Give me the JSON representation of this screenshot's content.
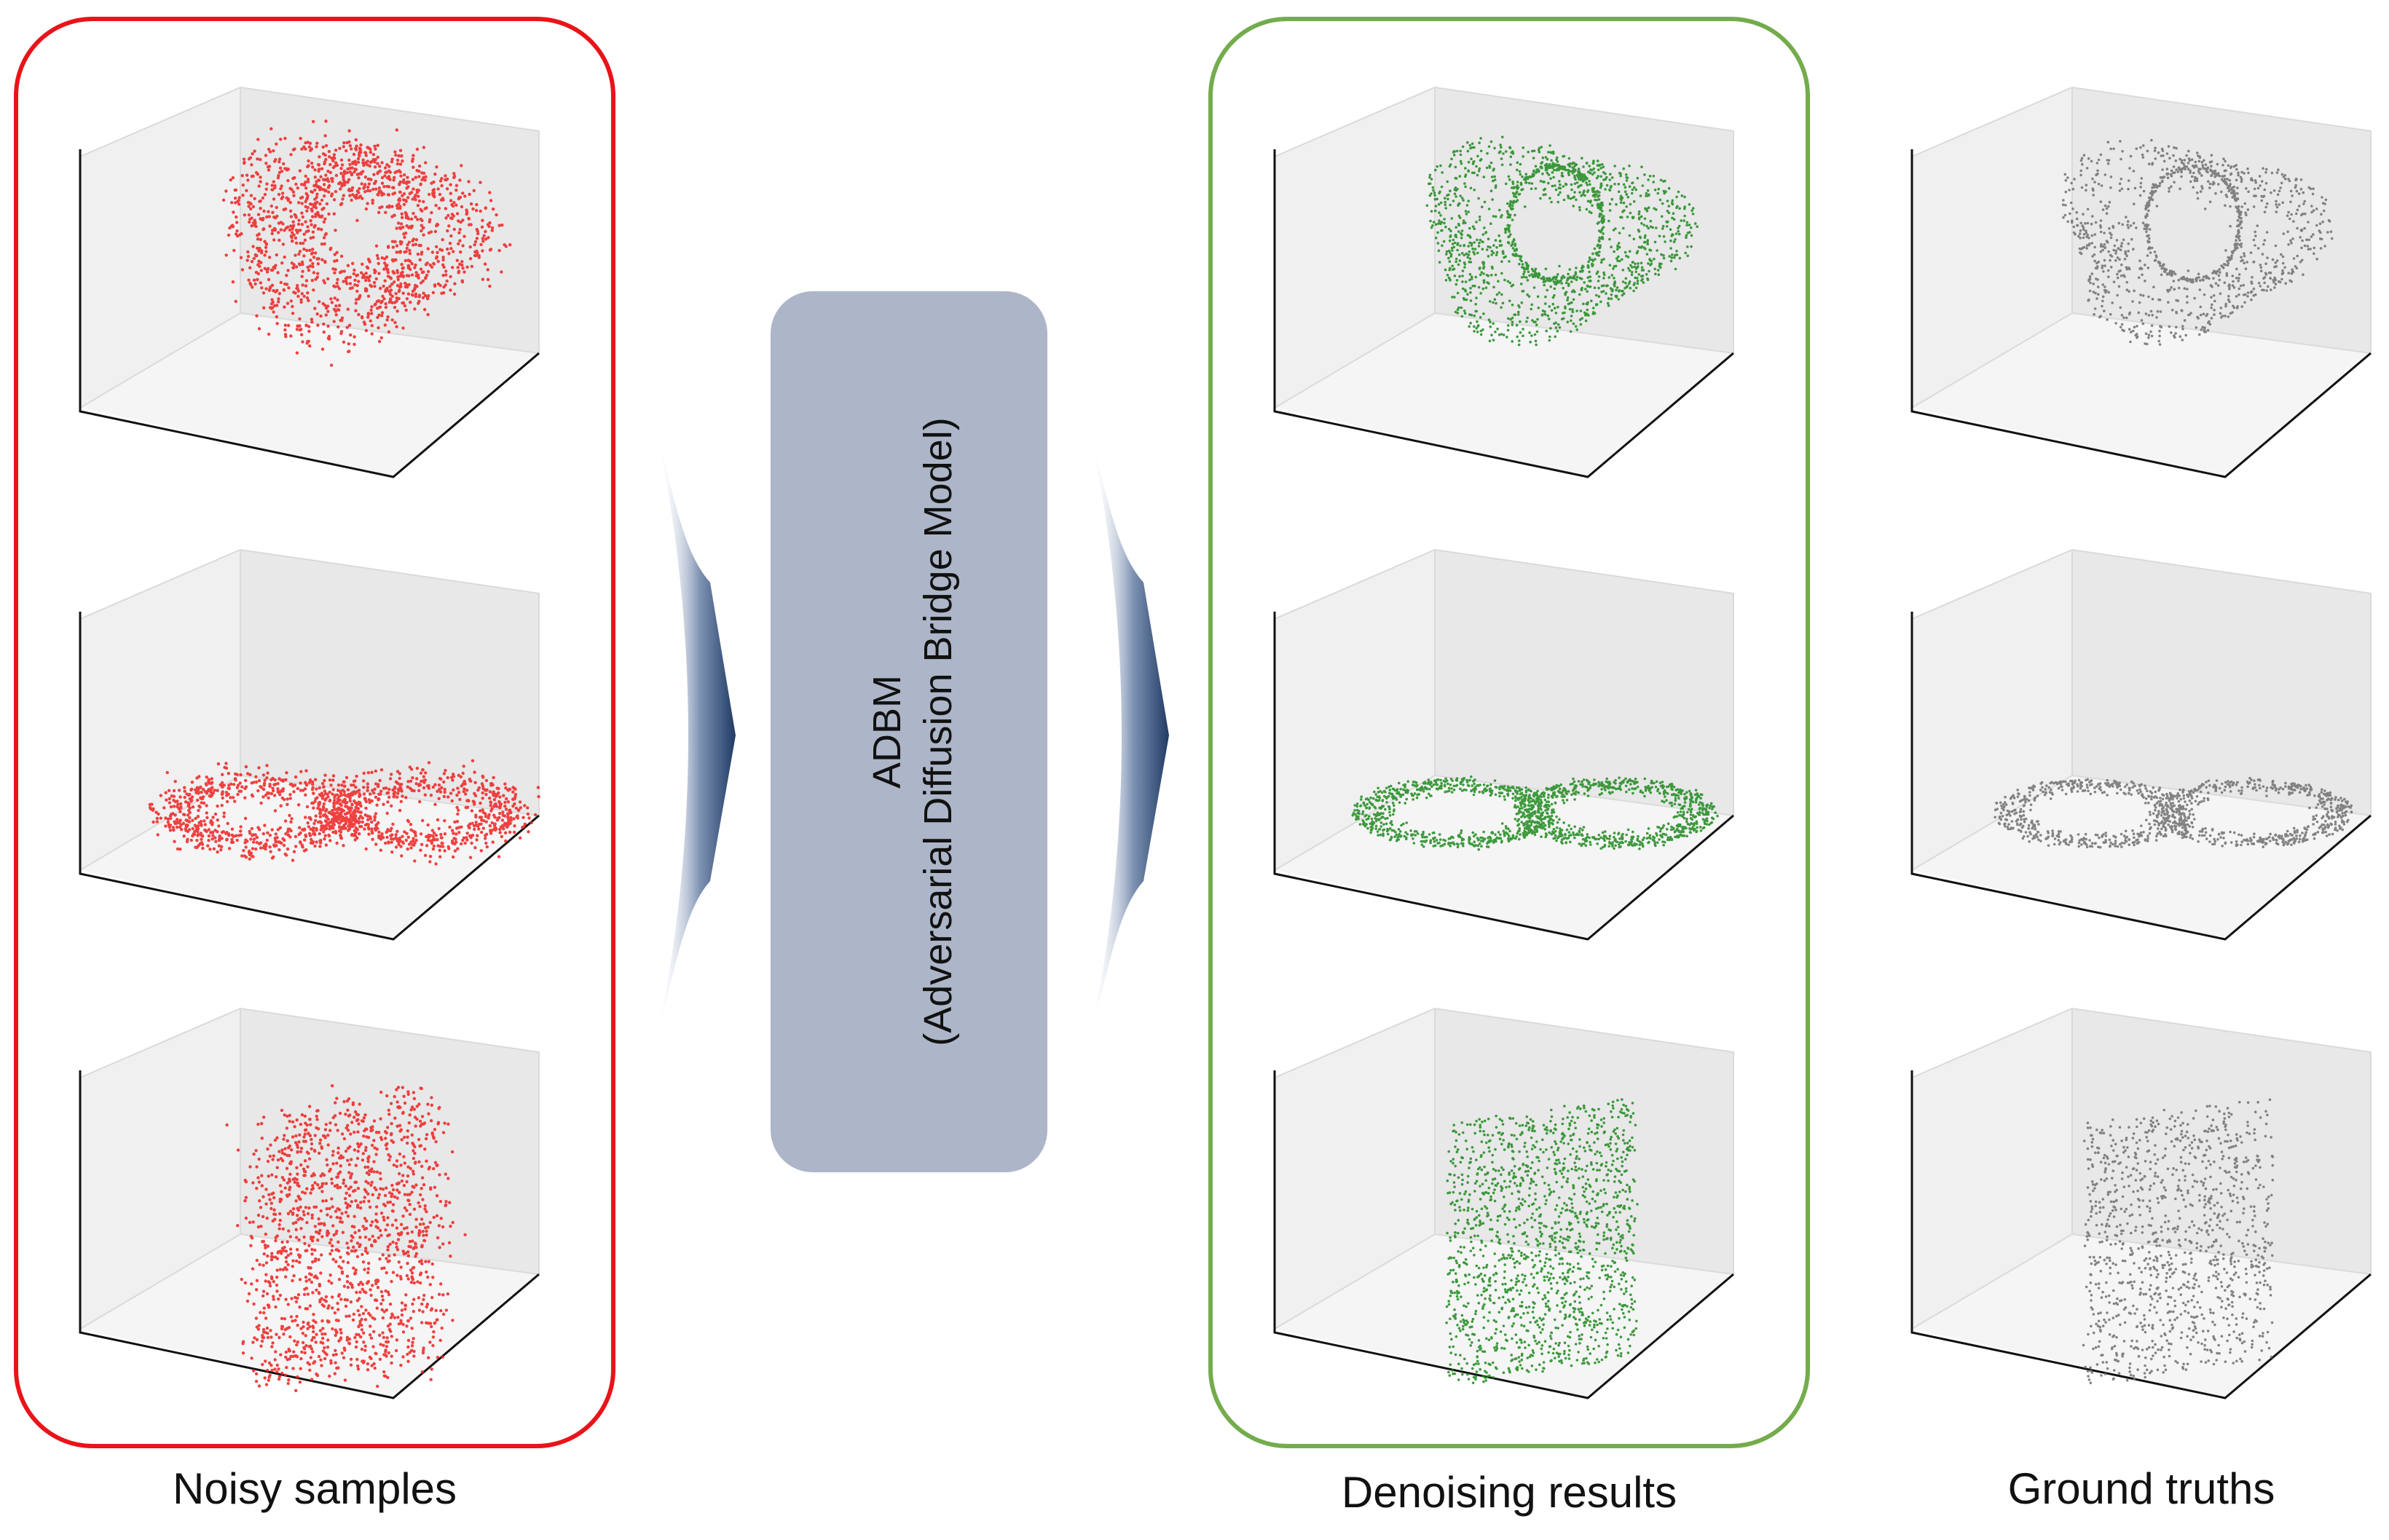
{
  "model_box": {
    "line1": "ADBM",
    "line2": "(Adversarial Diffusion Bridge Model)"
  },
  "columns": [
    {
      "id": "noisy",
      "caption": "Noisy samples",
      "frame_color": "#e8141a",
      "point_color": "#ee2222"
    },
    {
      "id": "denoised",
      "caption": "Denoising results",
      "frame_color": "#74ac4c",
      "point_color": "#1f8a1f"
    },
    {
      "id": "truth",
      "caption": "Ground truths",
      "point_color": "#707070"
    }
  ],
  "shapes": [
    "genus-3 triangular surface",
    "double torus",
    "box with holes"
  ],
  "colors": {
    "model_box_fill": "#adb6c8",
    "arrow_dark": "#1f3a64"
  }
}
